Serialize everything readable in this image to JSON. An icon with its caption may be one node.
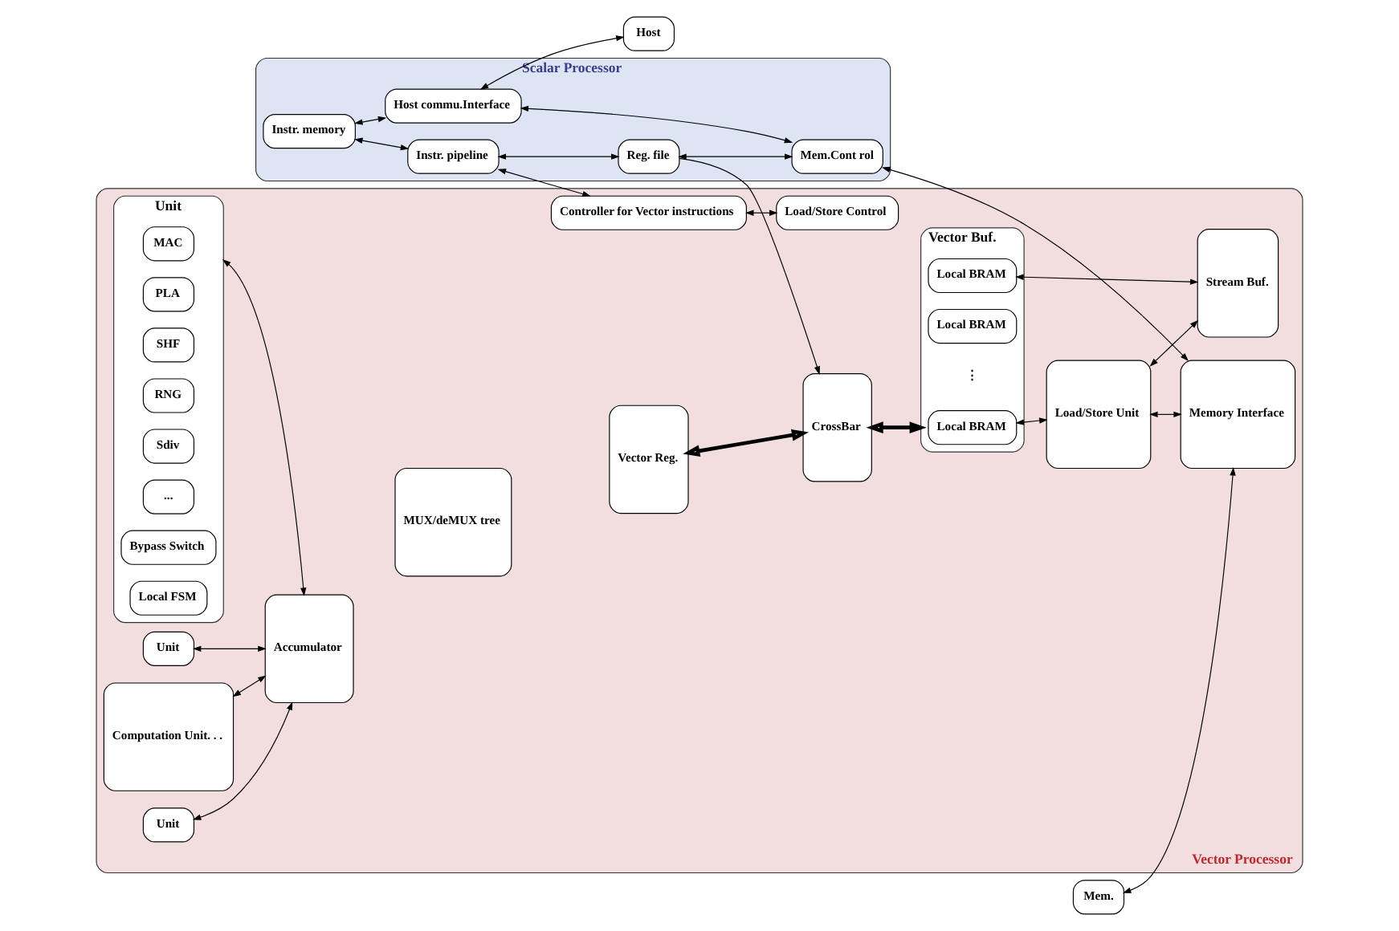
{
  "diagram": {
    "nodes": [
      {
        "text": [
          "Scalar Processor"
        ]
      },
      {
        "text": [
          "Instr. memory"
        ],
        "in": 0
      },
      {
        "text": [
          "Host commu.Interface"
        ],
        "in": 0
      },
      {
        "text": [
          "Instr. pipeline"
        ],
        "in": 0
      },
      {
        "text": [
          "Reg. file"
        ],
        "in": 0
      },
      {
        "text": [
          "Mem.Cont rol"
        ],
        "in": 0
      },
      {
        "text": [
          "Host"
        ]
      },
      {
        "text": [
          "Mem."
        ]
      },
      {
        "text": [
          "Vector Processor"
        ]
      },
      {
        "text": [
          "Controller for Vector instructions"
        ],
        "in": 8
      },
      {
        "text": [
          "Computation Unit. . ."
        ],
        "in": 8
      },
      {
        "text": [
          "Unit"
        ],
        "in": 8
      },
      {
        "text": [
          "Unit"
        ],
        "in": 8
      },
      {
        "text": [
          "Unit"
        ],
        "in": 8
      },
      {
        "text": [
          "MAC"
        ],
        "in": 13
      },
      {
        "text": [
          "PLA"
        ],
        "in": 13
      },
      {
        "text": [
          "SHF"
        ],
        "in": 13
      },
      {
        "text": [
          "RNG"
        ],
        "in": 13
      },
      {
        "text": [
          "Sdiv"
        ],
        "in": 13
      },
      {
        "text": [
          "..."
        ],
        "in": 13
      },
      {
        "text": [
          "Bypass Switch"
        ],
        "in": 13
      },
      {
        "text": [
          "Local FSM"
        ],
        "in": 13
      },
      {
        "text": [
          "Accumulator"
        ],
        "in": 8
      },
      {
        "text": [
          "MUX/deMUX tree"
        ],
        "in": 8
      },
      {
        "text": [
          "Vector Reg."
        ],
        "in": 8
      },
      {
        "text": [
          "CrossBar"
        ],
        "in": 8
      },
      {
        "text": [
          "Load/Store Control"
        ],
        "in": 8
      },
      {
        "text": [
          "Vector Buf."
        ],
        "in": 8
      },
      {
        "text": [
          "Local BRAM"
        ],
        "in": 27
      },
      {
        "text": [
          "Local BRAM"
        ],
        "in": 27
      },
      {
        "text": [
          "Local BRAM"
        ],
        "in": 27
      },
      {
        "text": [
          "Load/Store Unit"
        ],
        "in": 8
      },
      {
        "text": [
          "Stream Buf."
        ],
        "in": 8
      },
      {
        "text": [
          "Memory Interface"
        ],
        "in": 8
      }
    ],
    "edges": [
      {
        "from": 1,
        "to": 2,
        "arrow": "both"
      },
      {
        "from": 1,
        "to": 3,
        "arrow": "both"
      },
      {
        "from": 2,
        "to": 5,
        "arrow": "both"
      },
      {
        "from": 3,
        "to": 4,
        "arrow": "both"
      },
      {
        "from": 4,
        "to": 5,
        "arrow": "both"
      },
      {
        "from": 4,
        "to": 25,
        "arrow": "to"
      },
      {
        "from": 2,
        "to": 6,
        "arrow": "both"
      },
      {
        "from": 7,
        "to": 33,
        "arrow": "both"
      },
      {
        "from": 5,
        "to": 33,
        "arrow": "both"
      },
      {
        "from": 3,
        "to": 9,
        "arrow": "both"
      },
      {
        "from": 9,
        "to": 26,
        "arrow": "both"
      },
      {
        "from": 10,
        "to": 22,
        "arrow": "both"
      },
      {
        "from": 11,
        "to": 22,
        "arrow": "both"
      },
      {
        "from": 12,
        "to": 22,
        "arrow": "both"
      },
      {
        "from": 13,
        "to": 22,
        "arrow": "both"
      },
      {
        "from": 24,
        "to": 25,
        "arrow": "both",
        "style": "thick"
      },
      {
        "from": 25,
        "to": 27,
        "arrow": "both",
        "style": "thick"
      },
      {
        "from": 28,
        "to": 31,
        "arrow": "both"
      },
      {
        "from": 30,
        "to": 32,
        "arrow": "both"
      },
      {
        "from": 31,
        "to": 32,
        "arrow": "both"
      },
      {
        "from": 31,
        "to": 33,
        "arrow": "both"
      }
    ],
    "labels": [
      "⋮"
    ]
  }
}
